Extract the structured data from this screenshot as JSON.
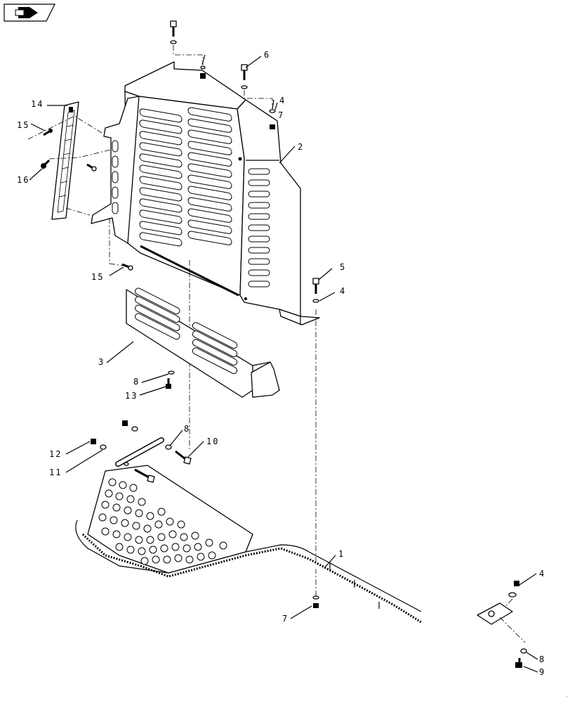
{
  "nav": {
    "icon": "next-page-arrow-icon"
  },
  "callouts": {
    "c1": "1",
    "c2": "2",
    "c3": "3",
    "c4a": "4",
    "c4b": "4",
    "c4c": "4",
    "c5": "5",
    "c6": "6",
    "c7a": "7",
    "c7b": "7",
    "c8a": "8",
    "c8b": "8",
    "c8c": "8",
    "c9": "9",
    "c10": "10",
    "c11": "11",
    "c12": "12",
    "c13": "13",
    "c14": "14",
    "c15a": "15",
    "c15b": "15",
    "c16": "16"
  }
}
